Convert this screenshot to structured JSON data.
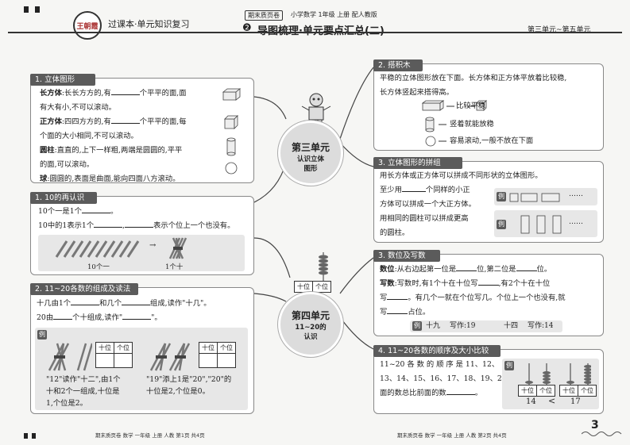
{
  "header": {
    "logo_text": "王朝霞",
    "left_title": "过课本·单元知识复习",
    "badge": "期末质页卷",
    "subject_line": "小学数学 1年级 上册 配人教版",
    "section_number": "❷",
    "section_title": "导图梳理·单元要点汇总(二)",
    "range": "第三单元~第五单元"
  },
  "units": {
    "u3_title": "第三单元",
    "u3_sub1": "认识立体",
    "u3_sub2": "图形",
    "u4_title": "第四单元",
    "u4_sub1": "11~20的",
    "u4_sub2": "认识",
    "abacus_shi": "十位",
    "abacus_ge": "个位"
  },
  "s1": {
    "title": "1. 立体图形",
    "l1a": "长方体",
    "l1b": ":长长方方的,有",
    "l1c": "个平平的面,面",
    "l2": "有大有小,不可以滚动。",
    "l3a": "正方体",
    "l3b": ":四四方方的,有",
    "l3c": "个平平的面,每",
    "l4": "个面的大小相同,不可以滚动。",
    "l5a": "圆柱",
    "l5b": ":直直的,上下一样粗,两端是圆圆的,平平",
    "l6": "的面,可以滚动。",
    "l7a": "球",
    "l7b": ":圆圆的,表面是曲面,能向四面八方滚动。"
  },
  "s2": {
    "title": "1. 10的再认识",
    "l1": "10个一是1个",
    "l1end": "。",
    "l2a": "10中的1表示1个",
    "l2b": ",",
    "l2c": "表示个位上一个也没有。",
    "cap1": "10个一",
    "arrow": "→",
    "cap2": "1个十"
  },
  "s3": {
    "title": "2. 11~20各数的组成及读法",
    "l1a": "十几由1个",
    "l1b": "和几个",
    "l1c": "组成,读作\"十几\"。",
    "l2a": "20由",
    "l2b": "个十组成,读作\"",
    "l2c": "\"。",
    "ex_label": "例",
    "shi": "十位",
    "ge": "个位",
    "c1": "\"12\"读作\"十二\",由1个",
    "c2": "十和2个一组成,十位是",
    "c3": "1,个位是2。",
    "d1": "\"19\"添上1是\"20\",\"20\"的",
    "d2": "十位是2,个位是0。"
  },
  "s4": {
    "title": "2. 搭积木",
    "l1": "平稳的立体图形放在下面。长方体和正方体平放着比较稳,",
    "l2": "长方体竖起来搭得高。",
    "r1": "比较平稳",
    "r2": "竖着就能放稳",
    "r3": "容易滚动,一般不放在下面"
  },
  "s5": {
    "title": "3. 立体图形的拼组",
    "l1": "用长方体或正方体可以拼成不同形状的立体图形。",
    "l2a": "至少用",
    "l2b": "个同样的小正",
    "l3": "方体可以拼成一个大正方体。",
    "l4": "用相同的圆柱可以拼成更高",
    "l5": "的圆柱。",
    "ex": "例",
    "dots": "……"
  },
  "s6": {
    "title": "3. 数位及写数",
    "l1a": "数位",
    "l1b": ":从右边起第一位是",
    "l1c": "位,第二位是",
    "l1d": "位。",
    "l2a": "写数",
    "l2b": ":写数时,有1个十在十位写",
    "l2c": ",有2个十在十位",
    "l3a": "写",
    "l3b": "。有几个一就在个位写几。个位上一个也没有,就",
    "l4a": "写",
    "l4b": "占位。",
    "ex": "例",
    "e1": "十九",
    "e2": "写作:19",
    "e3": "十四",
    "e4": "写作:14"
  },
  "s7": {
    "title": "4. 11~20各数的顺序及大小比较",
    "l1": "11~20 各 数 的 顺 序 是 11、12、",
    "l2": "13、14、15、16、17、18、19、20,后",
    "l3": "面的数总比前面的数",
    "l3end": "。",
    "ex": "例",
    "shi": "十位",
    "ge": "个位",
    "n1": "14",
    "lt": "<",
    "n2": "17"
  },
  "footer": {
    "left": "期末质页卷  数学  一年级  上册  人教  第1页  共4页",
    "right": "期末质页卷  数学  一年级  上册  人教  第2页  共4页",
    "page": "3"
  }
}
